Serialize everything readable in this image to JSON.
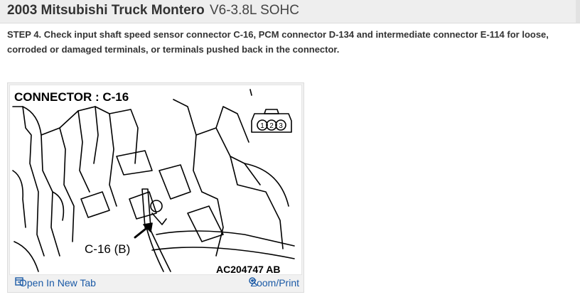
{
  "header": {
    "title": "2003 Mitsubishi Truck Montero",
    "engine": "V6-3.8L SOHC"
  },
  "step": {
    "text": "STEP 4. Check input shaft speed sensor connector C-16, PCM connector D-134 and intermediate connector E-114 for loose, corroded or damaged terminals, or terminals pushed back in the connector."
  },
  "figure": {
    "connector_label": "CONNECTOR : C-16",
    "callout_label": "C-16 (B)",
    "figure_id": "AC204747 AB",
    "pin_labels": [
      "1",
      "2",
      "3"
    ],
    "open_new_tab_label": "Open In New Tab",
    "zoom_print_label": "Zoom/Print",
    "link_color": "#1b5aa6"
  }
}
